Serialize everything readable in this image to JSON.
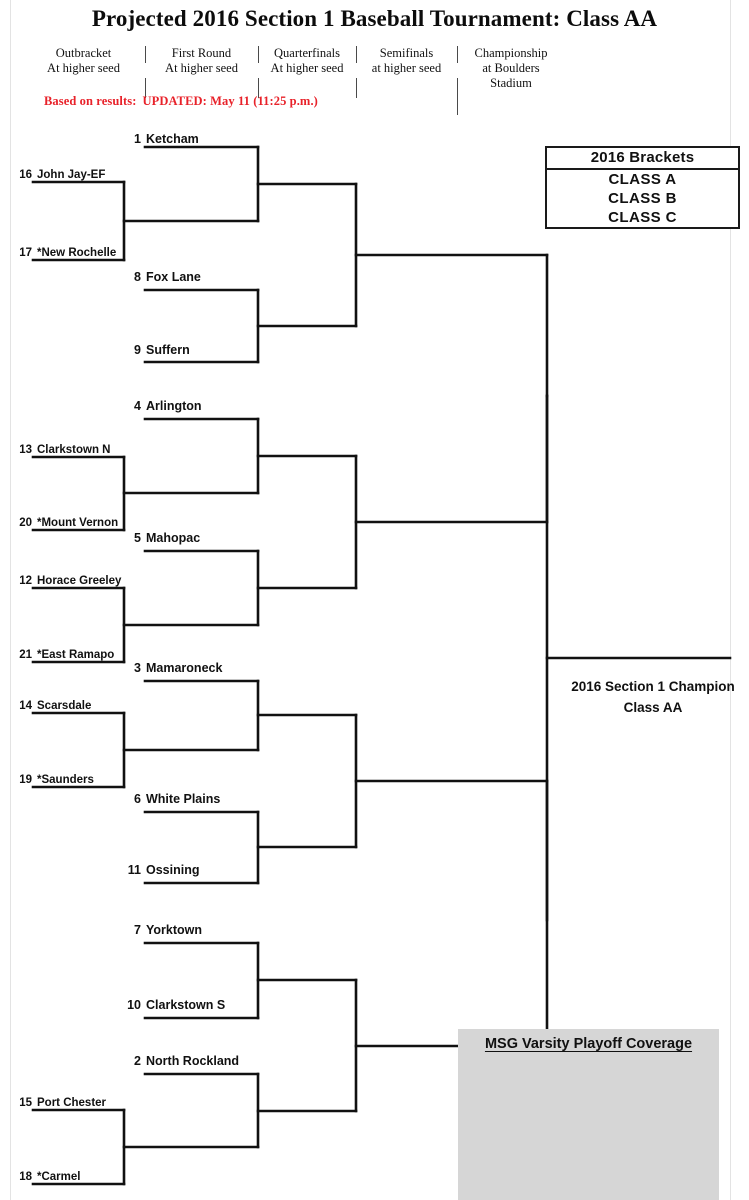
{
  "header": {
    "title": "Projected 2016 Section 1 Baseball Tournament: Class AA",
    "rounds": [
      {
        "name": "Outbracket",
        "line2": "At higher seed"
      },
      {
        "name": "First Round",
        "line2": "At higher seed"
      },
      {
        "name": "Quarterfinals",
        "line2": "At higher seed"
      },
      {
        "name": "Semifinals",
        "line2": "at higher seed"
      },
      {
        "name": "Championship",
        "line2": "at Boulders",
        "line3": "Stadium"
      }
    ],
    "update_note_label": "Based on results:",
    "update_note_value": "UPDATED: May 11 (11:25 p.m.)",
    "update_note_color": "#e8222a"
  },
  "bracket": {
    "outbracket": [
      {
        "seed": "16",
        "team": "John Jay-EF"
      },
      {
        "seed": "17",
        "team": "*New Rochelle"
      },
      {
        "seed": "13",
        "team": "Clarkstown N"
      },
      {
        "seed": "20",
        "team": "*Mount Vernon"
      },
      {
        "seed": "12",
        "team": "Horace Greeley"
      },
      {
        "seed": "21",
        "team": "*East Ramapo"
      },
      {
        "seed": "14",
        "team": "Scarsdale"
      },
      {
        "seed": "19",
        "team": "*Saunders"
      },
      {
        "seed": "15",
        "team": "Port Chester"
      },
      {
        "seed": "18",
        "team": "*Carmel"
      }
    ],
    "first_round": [
      {
        "seed": "1",
        "team": "Ketcham"
      },
      {
        "seed": "8",
        "team": "Fox Lane"
      },
      {
        "seed": "9",
        "team": "Suffern"
      },
      {
        "seed": "4",
        "team": "Arlington"
      },
      {
        "seed": "5",
        "team": "Mahopac"
      },
      {
        "seed": "3",
        "team": "Mamaroneck"
      },
      {
        "seed": "6",
        "team": "White Plains"
      },
      {
        "seed": "11",
        "team": "Ossining"
      },
      {
        "seed": "7",
        "team": "Yorktown"
      },
      {
        "seed": "10",
        "team": "Clarkstown S"
      },
      {
        "seed": "2",
        "team": "North Rockland"
      }
    ]
  },
  "brackets_box": {
    "title": "2016 Brackets",
    "items": [
      "CLASS A",
      "CLASS B",
      "CLASS C"
    ]
  },
  "championship": {
    "line1": "2016 Section 1 Champion",
    "line2": "Class AA"
  },
  "msg_box": {
    "title": "MSG Varsity Playoff Coverage",
    "background": "#d6d6d6"
  },
  "colors": {
    "line": "#111111",
    "page_rule": "#e3e3e3",
    "red": "#e8222a"
  }
}
